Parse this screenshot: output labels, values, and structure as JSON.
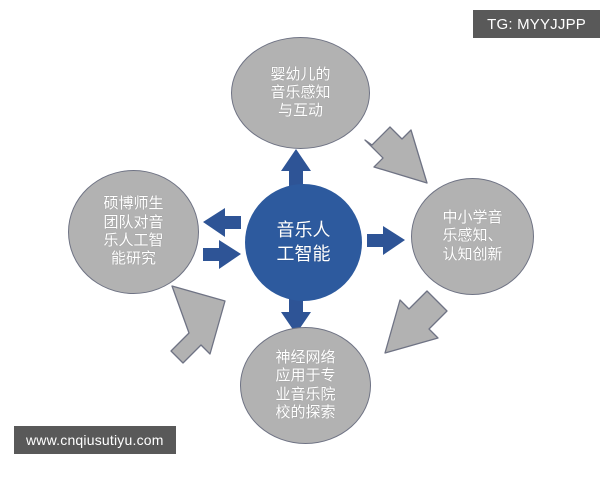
{
  "watermarks": {
    "telegram_tag": "TG: MYYJJPP",
    "site_url": "www.cnqiusutiyu.com"
  },
  "colors": {
    "center_node": "#2d5a9e",
    "satellite_node": "#b2b2b2",
    "satellite_outline": "#6f7384",
    "blue_arrow": "#2e5496",
    "gray_arrow": "#b2b2b2",
    "gray_arrow_outline": "#6f7384",
    "chip_background": "#595959",
    "node_text": "#ffffff",
    "page_background": "#ffffff"
  },
  "diagram": {
    "type": "hub-and-spoke-cycle",
    "center": {
      "id": "center",
      "label": "音乐人\n工智能",
      "lines": [
        "音乐人",
        "工智能"
      ]
    },
    "nodes": [
      {
        "id": "top",
        "position": "top",
        "label": "婴幼儿的\n音乐感知\n与互动",
        "lines": [
          "婴幼儿的",
          "音乐感知",
          "与互动"
        ]
      },
      {
        "id": "right",
        "position": "right",
        "label": "中小学音\n乐感知、\n认知创新",
        "lines": [
          "中小学音",
          "乐感知、",
          "认知创新"
        ]
      },
      {
        "id": "bottom",
        "position": "bottom",
        "label": "神经网络\n应用于专\n业音乐院\n校的探索",
        "lines": [
          "神经网络",
          "应用于专",
          "业音乐院",
          "校的探索"
        ]
      },
      {
        "id": "left",
        "position": "left",
        "label": "硕博师生\n团队对音\n乐人工智\n能研究",
        "lines": [
          "硕博师生",
          "团队对音",
          "乐人工智",
          "能研究"
        ]
      }
    ],
    "connectors": [
      {
        "id": "center-to-top",
        "style": "blue",
        "direction": "up",
        "from": "center",
        "to": "top"
      },
      {
        "id": "center-to-right",
        "style": "blue",
        "direction": "right",
        "from": "center",
        "to": "right"
      },
      {
        "id": "center-to-bottom",
        "style": "blue",
        "direction": "down",
        "from": "center",
        "to": "bottom"
      },
      {
        "id": "center-to-left",
        "style": "blue",
        "direction": "left",
        "from": "center",
        "to": "left"
      },
      {
        "id": "left-to-center",
        "style": "blue",
        "direction": "right",
        "from": "left",
        "to": "center"
      },
      {
        "id": "top-to-right",
        "style": "gray",
        "direction": "down-right",
        "from": "top",
        "to": "right"
      },
      {
        "id": "right-to-bottom",
        "style": "gray",
        "direction": "down-left",
        "from": "right",
        "to": "bottom"
      },
      {
        "id": "bottom-to-left",
        "style": "gray",
        "direction": "up-left",
        "from": "bottom",
        "to": "left"
      }
    ]
  }
}
